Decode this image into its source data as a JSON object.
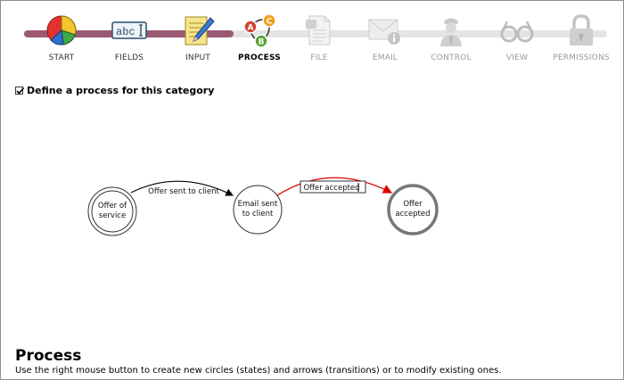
{
  "wizard": {
    "steps": [
      {
        "label": "START",
        "icon": "pie-chart-icon",
        "state": "done"
      },
      {
        "label": "FIELDS",
        "icon": "text-field-icon",
        "state": "done"
      },
      {
        "label": "INPUT",
        "icon": "notepad-pencil-icon",
        "state": "done"
      },
      {
        "label": "PROCESS",
        "icon": "process-nodes-icon",
        "state": "active"
      },
      {
        "label": "FILE",
        "icon": "document-icon",
        "state": "disabled"
      },
      {
        "label": "EMAIL",
        "icon": "email-icon",
        "state": "disabled"
      },
      {
        "label": "CONTROL",
        "icon": "controller-person-icon",
        "state": "disabled"
      },
      {
        "label": "VIEW",
        "icon": "glasses-icon",
        "state": "disabled"
      },
      {
        "label": "PERMISSIONS",
        "icon": "padlock-icon",
        "state": "disabled"
      }
    ],
    "progress_fraction": 0.36,
    "colors": {
      "track_fill": "#9b5a74",
      "track_empty": "#e4e4e4"
    }
  },
  "define": {
    "label": "Define a process for this category",
    "checked": true
  },
  "diagram": {
    "states": [
      {
        "lines": [
          "Offer of",
          "service"
        ],
        "type": "start"
      },
      {
        "lines": [
          "Email sent",
          "to client"
        ],
        "type": "normal"
      },
      {
        "lines": [
          "Offer",
          "accepted"
        ],
        "type": "end"
      }
    ],
    "transitions": [
      {
        "label": "Offer sent to client",
        "selected": false
      },
      {
        "label": "Offer accepted",
        "selected": true
      }
    ],
    "colors": {
      "selected_edge": "#e00000",
      "edge": "#000000"
    }
  },
  "footer": {
    "title": "Process",
    "text": "Use the right mouse button to create new circles (states) and arrows (transitions) or to modify existing ones."
  }
}
